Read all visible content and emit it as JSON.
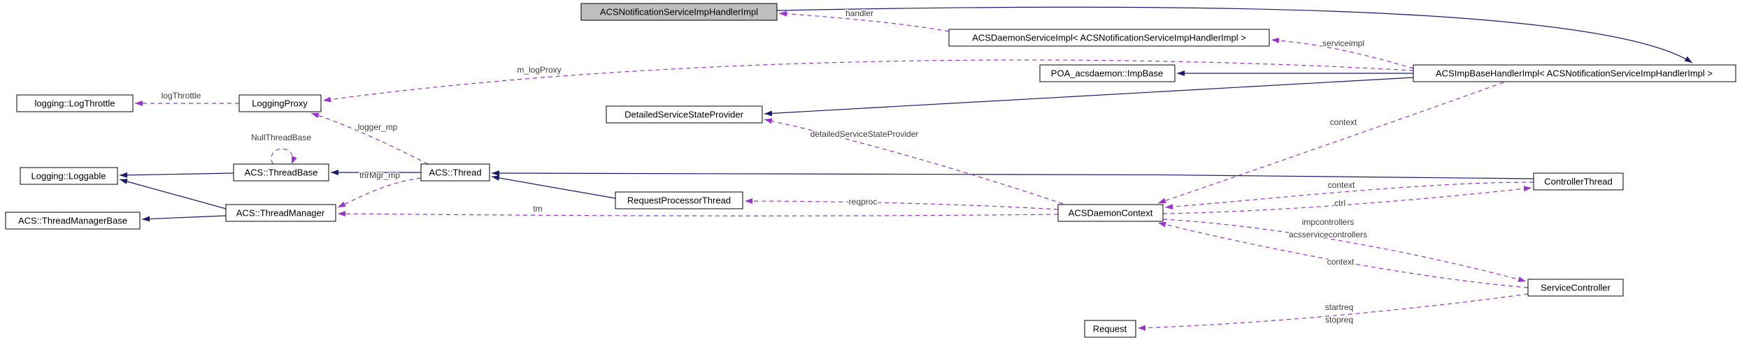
{
  "graph": {
    "nodes": {
      "main": "ACSNotificationServiceImpHandlerImpl",
      "daemon_service_impl": "ACSDaemonServiceImpl< ACSNotificationServiceImpHandlerImpl >",
      "poa_imp_base": "POA_acsdaemon::ImpBase",
      "imp_base_handler": "ACSImpBaseHandlerImpl< ACSNotificationServiceImpHandlerImpl >",
      "detailed_service_state_provider": "DetailedServiceStateProvider",
      "log_throttle": "logging::LogThrottle",
      "logging_proxy": "LoggingProxy",
      "loggable": "Logging::Loggable",
      "thread_base": "ACS::ThreadBase",
      "thread": "ACS::Thread",
      "thread_manager_base": "ACS::ThreadManagerBase",
      "thread_manager": "ACS::ThreadManager",
      "request_processor_thread": "RequestProcessorThread",
      "daemon_context": "ACSDaemonContext",
      "controller_thread": "ControllerThread",
      "service_controller": "ServiceController",
      "request": "Request"
    },
    "edge_labels": {
      "handler": "handler",
      "serviceimpl": "serviceimpl",
      "m_log_proxy": "m_logProxy",
      "log_throttle": "logThrottle",
      "null_thread_base": "NullThreadBase",
      "logger_mp": "logger_mp",
      "thr_mgr_mp": "thrMgr_mp",
      "detailed_service_state_provider": "detailedServiceStateProvider",
      "context": "context",
      "ctrl": "ctrl",
      "impcontrollers": "impcontrollers",
      "acsservicecontrollers": "acsservicecontrollers",
      "reqproc": "reqproc",
      "tm": "tm",
      "startreq": "startreq",
      "stopreq": "stopreq"
    },
    "colors": {
      "inheritance_edge": "#191970",
      "usage_edge": "#9a32cd",
      "node_fill": "#ffffff",
      "node_border": "#000000",
      "selected_node_fill": "#bfbfbf",
      "edge_label_text": "#3d3d3d",
      "background": "#ffffff"
    }
  }
}
